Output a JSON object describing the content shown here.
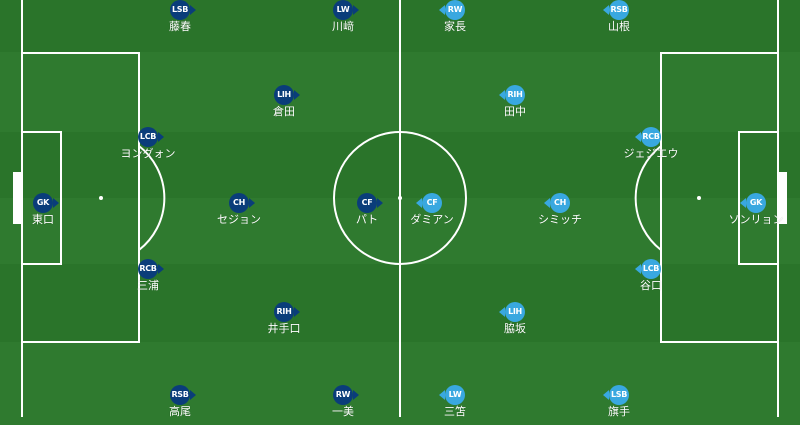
{
  "colors": {
    "pitch": "#2f7a2f",
    "lines": "#ffffff",
    "home_badge": "#0a3d7a",
    "away_badge": "#39a8e0"
  },
  "home_players": [
    {
      "pos": "LSB",
      "name": "藤春"
    },
    {
      "pos": "LW",
      "name": "川﨑"
    },
    {
      "pos": "LIH",
      "name": "倉田"
    },
    {
      "pos": "LCB",
      "name": "ヨングォン"
    },
    {
      "pos": "GK",
      "name": "東口"
    },
    {
      "pos": "CH",
      "name": "セジョン"
    },
    {
      "pos": "CF",
      "name": "パト"
    },
    {
      "pos": "RCB",
      "name": "三浦"
    },
    {
      "pos": "RIH",
      "name": "井手口"
    },
    {
      "pos": "RSB",
      "name": "高尾"
    },
    {
      "pos": "RW",
      "name": "一美"
    }
  ],
  "away_players": [
    {
      "pos": "RW",
      "name": "家長"
    },
    {
      "pos": "RSB",
      "name": "山根"
    },
    {
      "pos": "RIH",
      "name": "田中"
    },
    {
      "pos": "RCB",
      "name": "ジェジエウ"
    },
    {
      "pos": "CF",
      "name": "ダミアン"
    },
    {
      "pos": "CH",
      "name": "シミッチ"
    },
    {
      "pos": "GK",
      "name": "ソンリョン"
    },
    {
      "pos": "LCB",
      "name": "谷口"
    },
    {
      "pos": "LIH",
      "name": "脇坂"
    },
    {
      "pos": "LW",
      "name": "三笘"
    },
    {
      "pos": "LSB",
      "name": "旗手"
    }
  ]
}
